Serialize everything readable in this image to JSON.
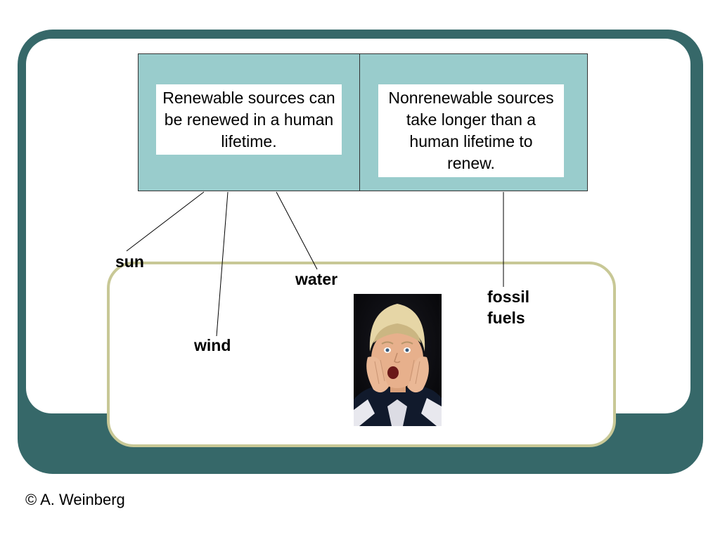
{
  "renewable_text": "Renewable sources can be renewed in a human lifetime.",
  "nonrenewable_text": "Nonrenewable sources take longer than a human lifetime to renew.",
  "labels": {
    "sun": "sun",
    "water": "water",
    "wind": "wind",
    "fossil_fuels": "fossil\nfuels"
  },
  "photo_icon": "surprised-child-photo",
  "copyright": "© A. Weinberg",
  "colors": {
    "frame": "#366869",
    "box_fill": "#99cccc",
    "panel_border": "#c8c896"
  }
}
